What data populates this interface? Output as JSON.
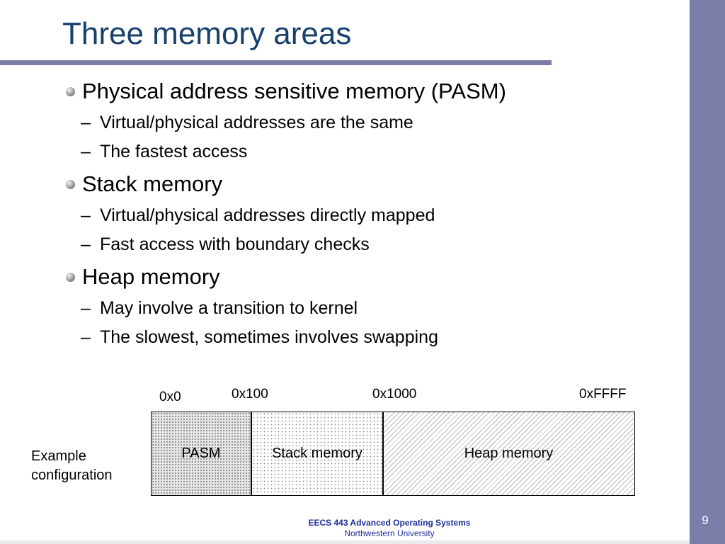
{
  "slide": {
    "title": "Three memory areas",
    "page_number": "9"
  },
  "bullets": [
    {
      "text": "Physical address sensitive memory (PASM)",
      "subs": [
        "Virtual/physical addresses are the same",
        "The fastest access"
      ]
    },
    {
      "text": "Stack memory",
      "subs": [
        "Virtual/physical addresses directly mapped",
        "Fast access with boundary checks"
      ]
    },
    {
      "text": "Heap memory",
      "subs": [
        "May involve a transition to kernel",
        "The slowest, sometimes involves swapping"
      ]
    }
  ],
  "sub_bullet_marker": "–",
  "diagram": {
    "addresses": [
      "0x0",
      "0x100",
      "0x1000",
      "0xFFFF"
    ],
    "segments": [
      "PASM",
      "Stack memory",
      "Heap memory"
    ],
    "config_label": "Example configuration"
  },
  "footer": {
    "course": "EECS 443 Advanced Operating Systems",
    "university": "Northwestern University"
  },
  "colors": {
    "title": "#17406d",
    "accent_bar": "#7a7ea8",
    "footer_text": "#1f2f96"
  }
}
